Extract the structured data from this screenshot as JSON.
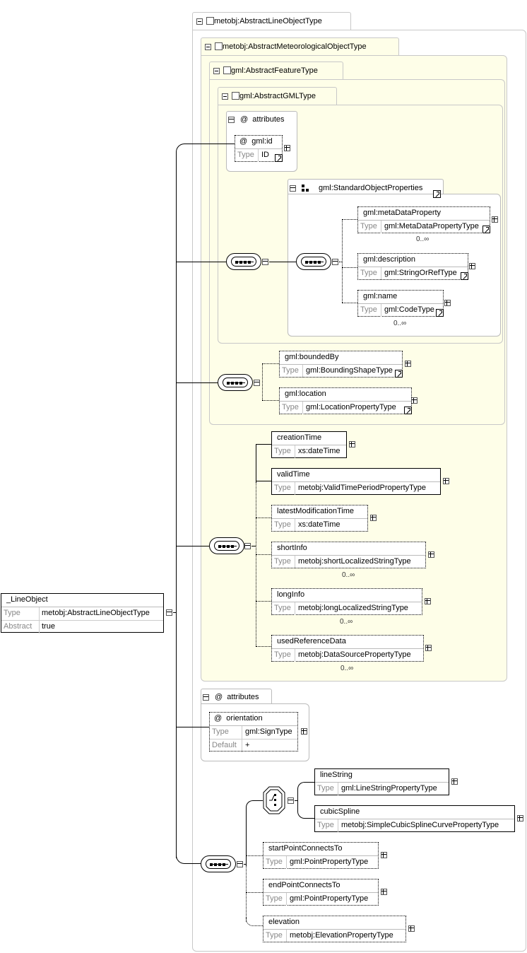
{
  "root": {
    "name": "_LineObject",
    "type_key": "Type",
    "type_val": "metobj:AbstractLineObjectType",
    "abstract_key": "Abstract",
    "abstract_val": "true"
  },
  "types": {
    "line_object_type": "metobj:AbstractLineObjectType",
    "met_object_type": "metobj:AbstractMeteorologicalObjectType",
    "feature_type": "gml:AbstractFeatureType",
    "gml_type": "gml:AbstractGMLType"
  },
  "labels": {
    "attributes": "attributes",
    "at": "@",
    "type": "Type",
    "default": "Default"
  },
  "elements": {
    "id": {
      "name": "gml:id",
      "type": "ID"
    },
    "std_props": "gml:StandardObjectProperties",
    "metadata": {
      "name": "gml:metaDataProperty",
      "type": "gml:MetaDataPropertyType",
      "card": "0..∞"
    },
    "description": {
      "name": "gml:description",
      "type": "gml:StringOrRefType"
    },
    "gname": {
      "name": "gml:name",
      "type": "gml:CodeType",
      "card": "0..∞"
    },
    "boundedby": {
      "name": "gml:boundedBy",
      "type": "gml:BoundingShapeType"
    },
    "location": {
      "name": "gml:location",
      "type": "gml:LocationPropertyType"
    },
    "creation": {
      "name": "creationTime",
      "type": "xs:dateTime"
    },
    "valid": {
      "name": "validTime",
      "type": "metobj:ValidTimePeriodPropertyType"
    },
    "latest": {
      "name": "latestModificationTime",
      "type": "xs:dateTime"
    },
    "shortinfo": {
      "name": "shortInfo",
      "type": "metobj:shortLocalizedStringType",
      "card": "0..∞"
    },
    "longinfo": {
      "name": "longInfo",
      "type": "metobj:longLocalizedStringType",
      "card": "0..∞"
    },
    "usedref": {
      "name": "usedReferenceData",
      "type": "metobj:DataSourcePropertyType",
      "card": "0..∞"
    },
    "orientation": {
      "name": "orientation",
      "type": "gml:SignType",
      "default": "+"
    },
    "linestring": {
      "name": "lineString",
      "type": "gml:LineStringPropertyType"
    },
    "cubic": {
      "name": "cubicSpline",
      "type": "metobj:SimpleCubicSplineCurvePropertyType"
    },
    "startpt": {
      "name": "startPointConnectsTo",
      "type": "gml:PointPropertyType"
    },
    "endpt": {
      "name": "endPointConnectsTo",
      "type": "gml:PointPropertyType"
    },
    "elevation": {
      "name": "elevation",
      "type": "metobj:ElevationPropertyType"
    }
  }
}
